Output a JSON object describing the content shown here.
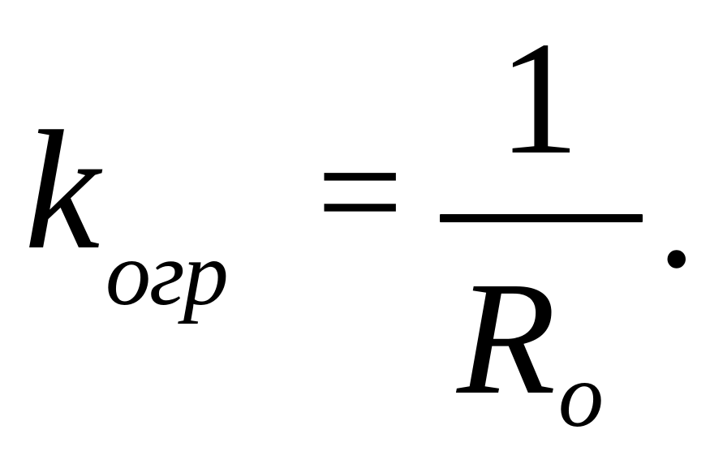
{
  "formula": {
    "lhs_variable": "k",
    "lhs_subscript": "огр",
    "operator": "=",
    "numerator": "1",
    "denominator_variable": "R",
    "denominator_subscript": "o",
    "terminator": "."
  },
  "colors": {
    "ink": "#000000",
    "background": "#ffffff"
  }
}
